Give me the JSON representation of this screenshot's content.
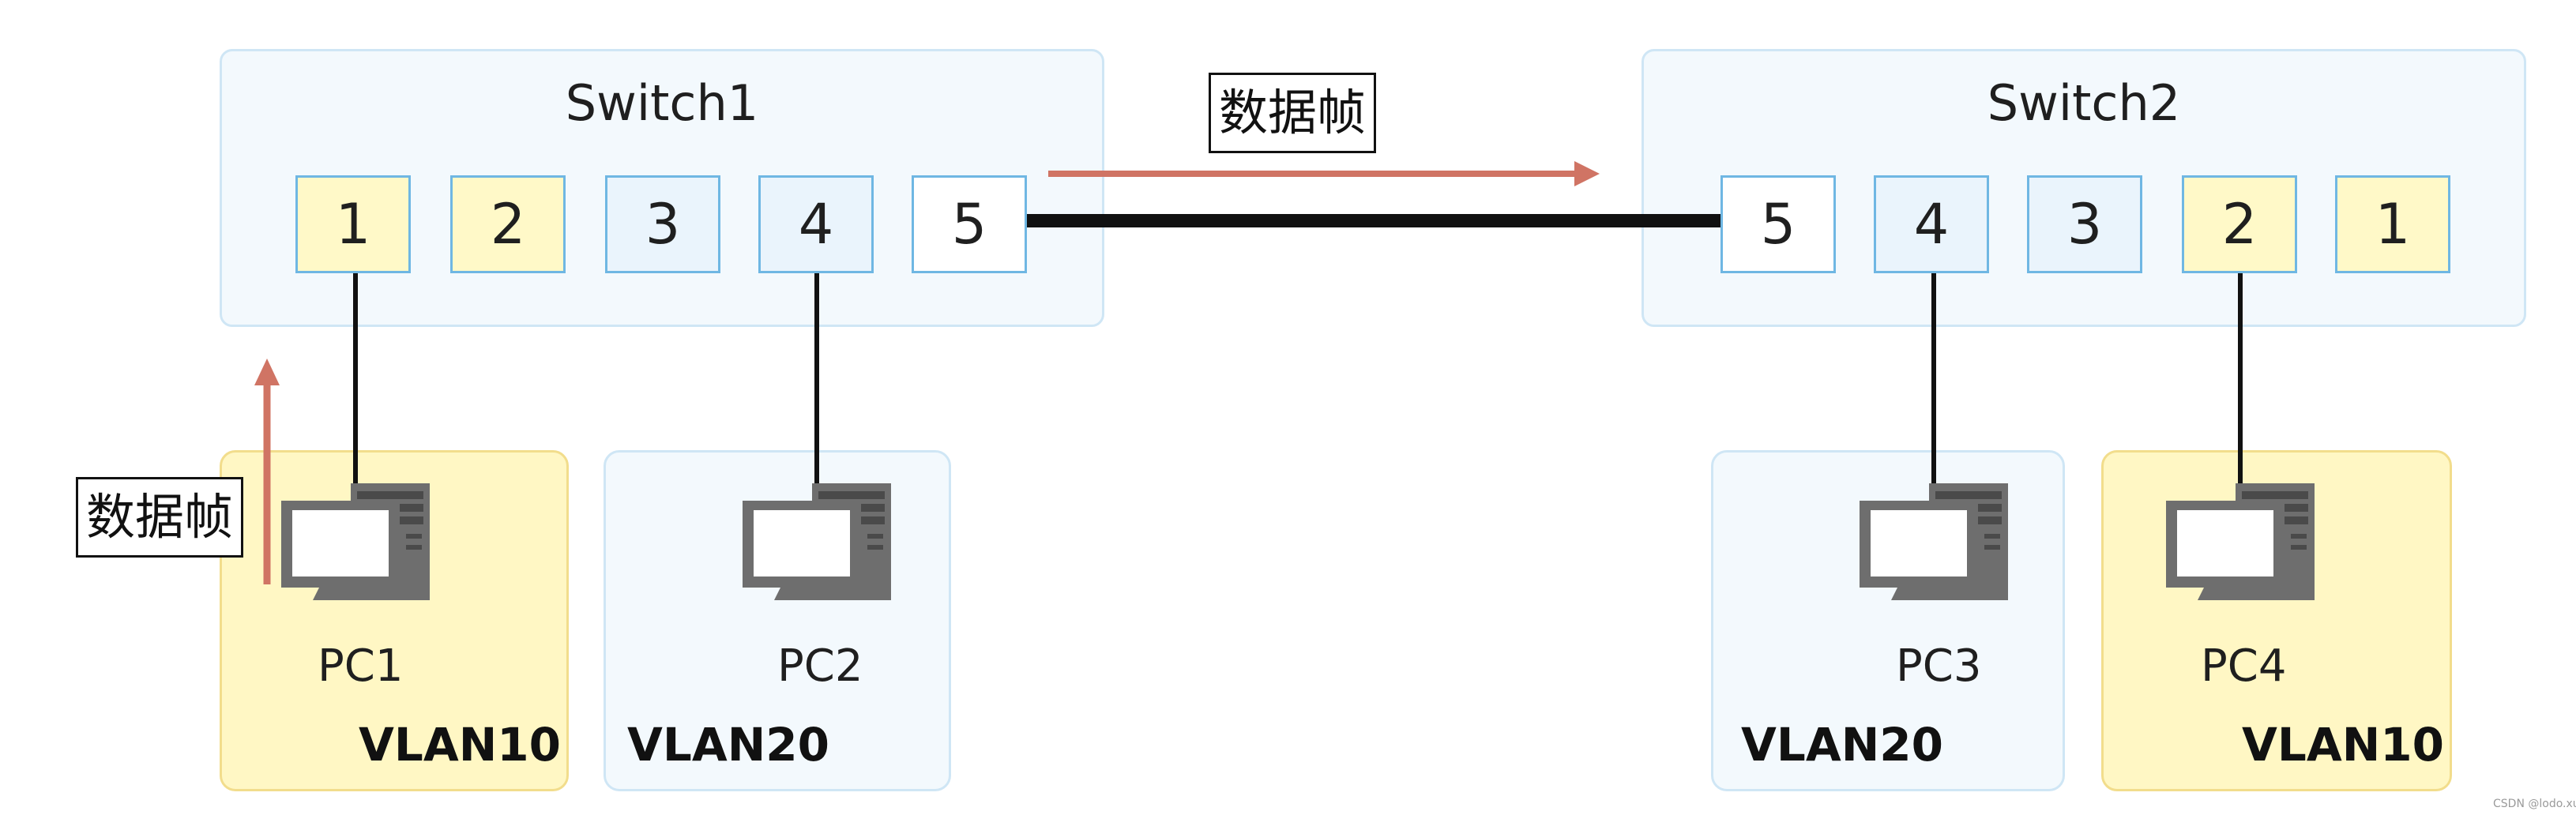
{
  "colors": {
    "vlan10_fill": "#fff7c4",
    "vlan20_fill": "#f3f9fd",
    "arrow": "#d07464",
    "link": "#111111"
  },
  "switch1": {
    "title": "Switch1",
    "ports": [
      "1",
      "2",
      "3",
      "4",
      "5"
    ]
  },
  "switch2": {
    "title": "Switch2",
    "ports": [
      "5",
      "4",
      "3",
      "2",
      "1"
    ]
  },
  "trunk_frame_label": "数据帧",
  "pc1_frame_label": "数据帧",
  "hosts": [
    {
      "name": "PC1",
      "vlan": "VLAN10",
      "icon": "desktop-computer-icon"
    },
    {
      "name": "PC2",
      "vlan": "VLAN20",
      "icon": "desktop-computer-icon"
    },
    {
      "name": "PC3",
      "vlan": "VLAN20",
      "icon": "desktop-computer-icon"
    },
    {
      "name": "PC4",
      "vlan": "VLAN10",
      "icon": "desktop-computer-icon"
    }
  ],
  "watermark": "CSDN @lodo.xu"
}
